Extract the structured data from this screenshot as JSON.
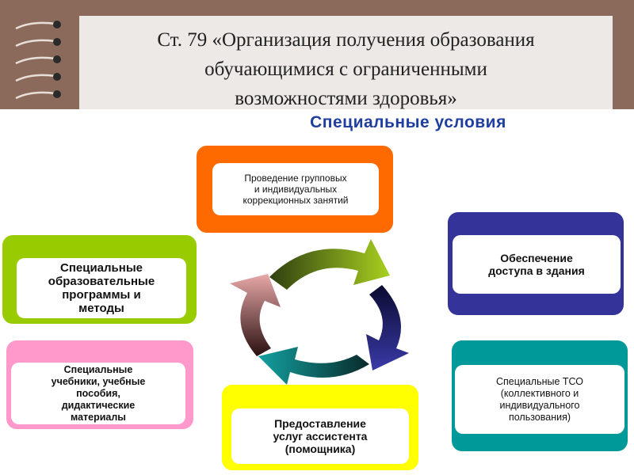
{
  "title": "Ст. 79 «Организация получения образования\nобучающимися с ограниченными\nвозможностями здоровья»",
  "subtitle": "Специальные условия",
  "colors": {
    "header": "#8b6a5c",
    "title_bg": "#ece9e7",
    "subtitle": "#1f3fa0"
  },
  "cards": [
    {
      "id": "top",
      "text": "Проведение групповых\nи индивидуальных\nкоррекционных занятий",
      "color": "#ff6a00"
    },
    {
      "id": "left-green",
      "text": "Специальные\nобразовательные\nпрограммы и\nметоды",
      "color": "#99cc00"
    },
    {
      "id": "right-navy",
      "text": "Обеспечение\nдоступа в здания",
      "color": "#333399"
    },
    {
      "id": "left-pink",
      "text": "Специальные\nучебники, учебные\nпособия,\nдидактические\nматериалы",
      "color": "#ff99cc"
    },
    {
      "id": "right-teal",
      "text": "Специальные ТСО\n(коллективного и\nиндивидуального\nпользования)",
      "color": "#009999"
    },
    {
      "id": "bottom-yellow",
      "text": "Предоставление\nуслуг ассистента\n(помощника)",
      "color": "#ffff00"
    }
  ]
}
